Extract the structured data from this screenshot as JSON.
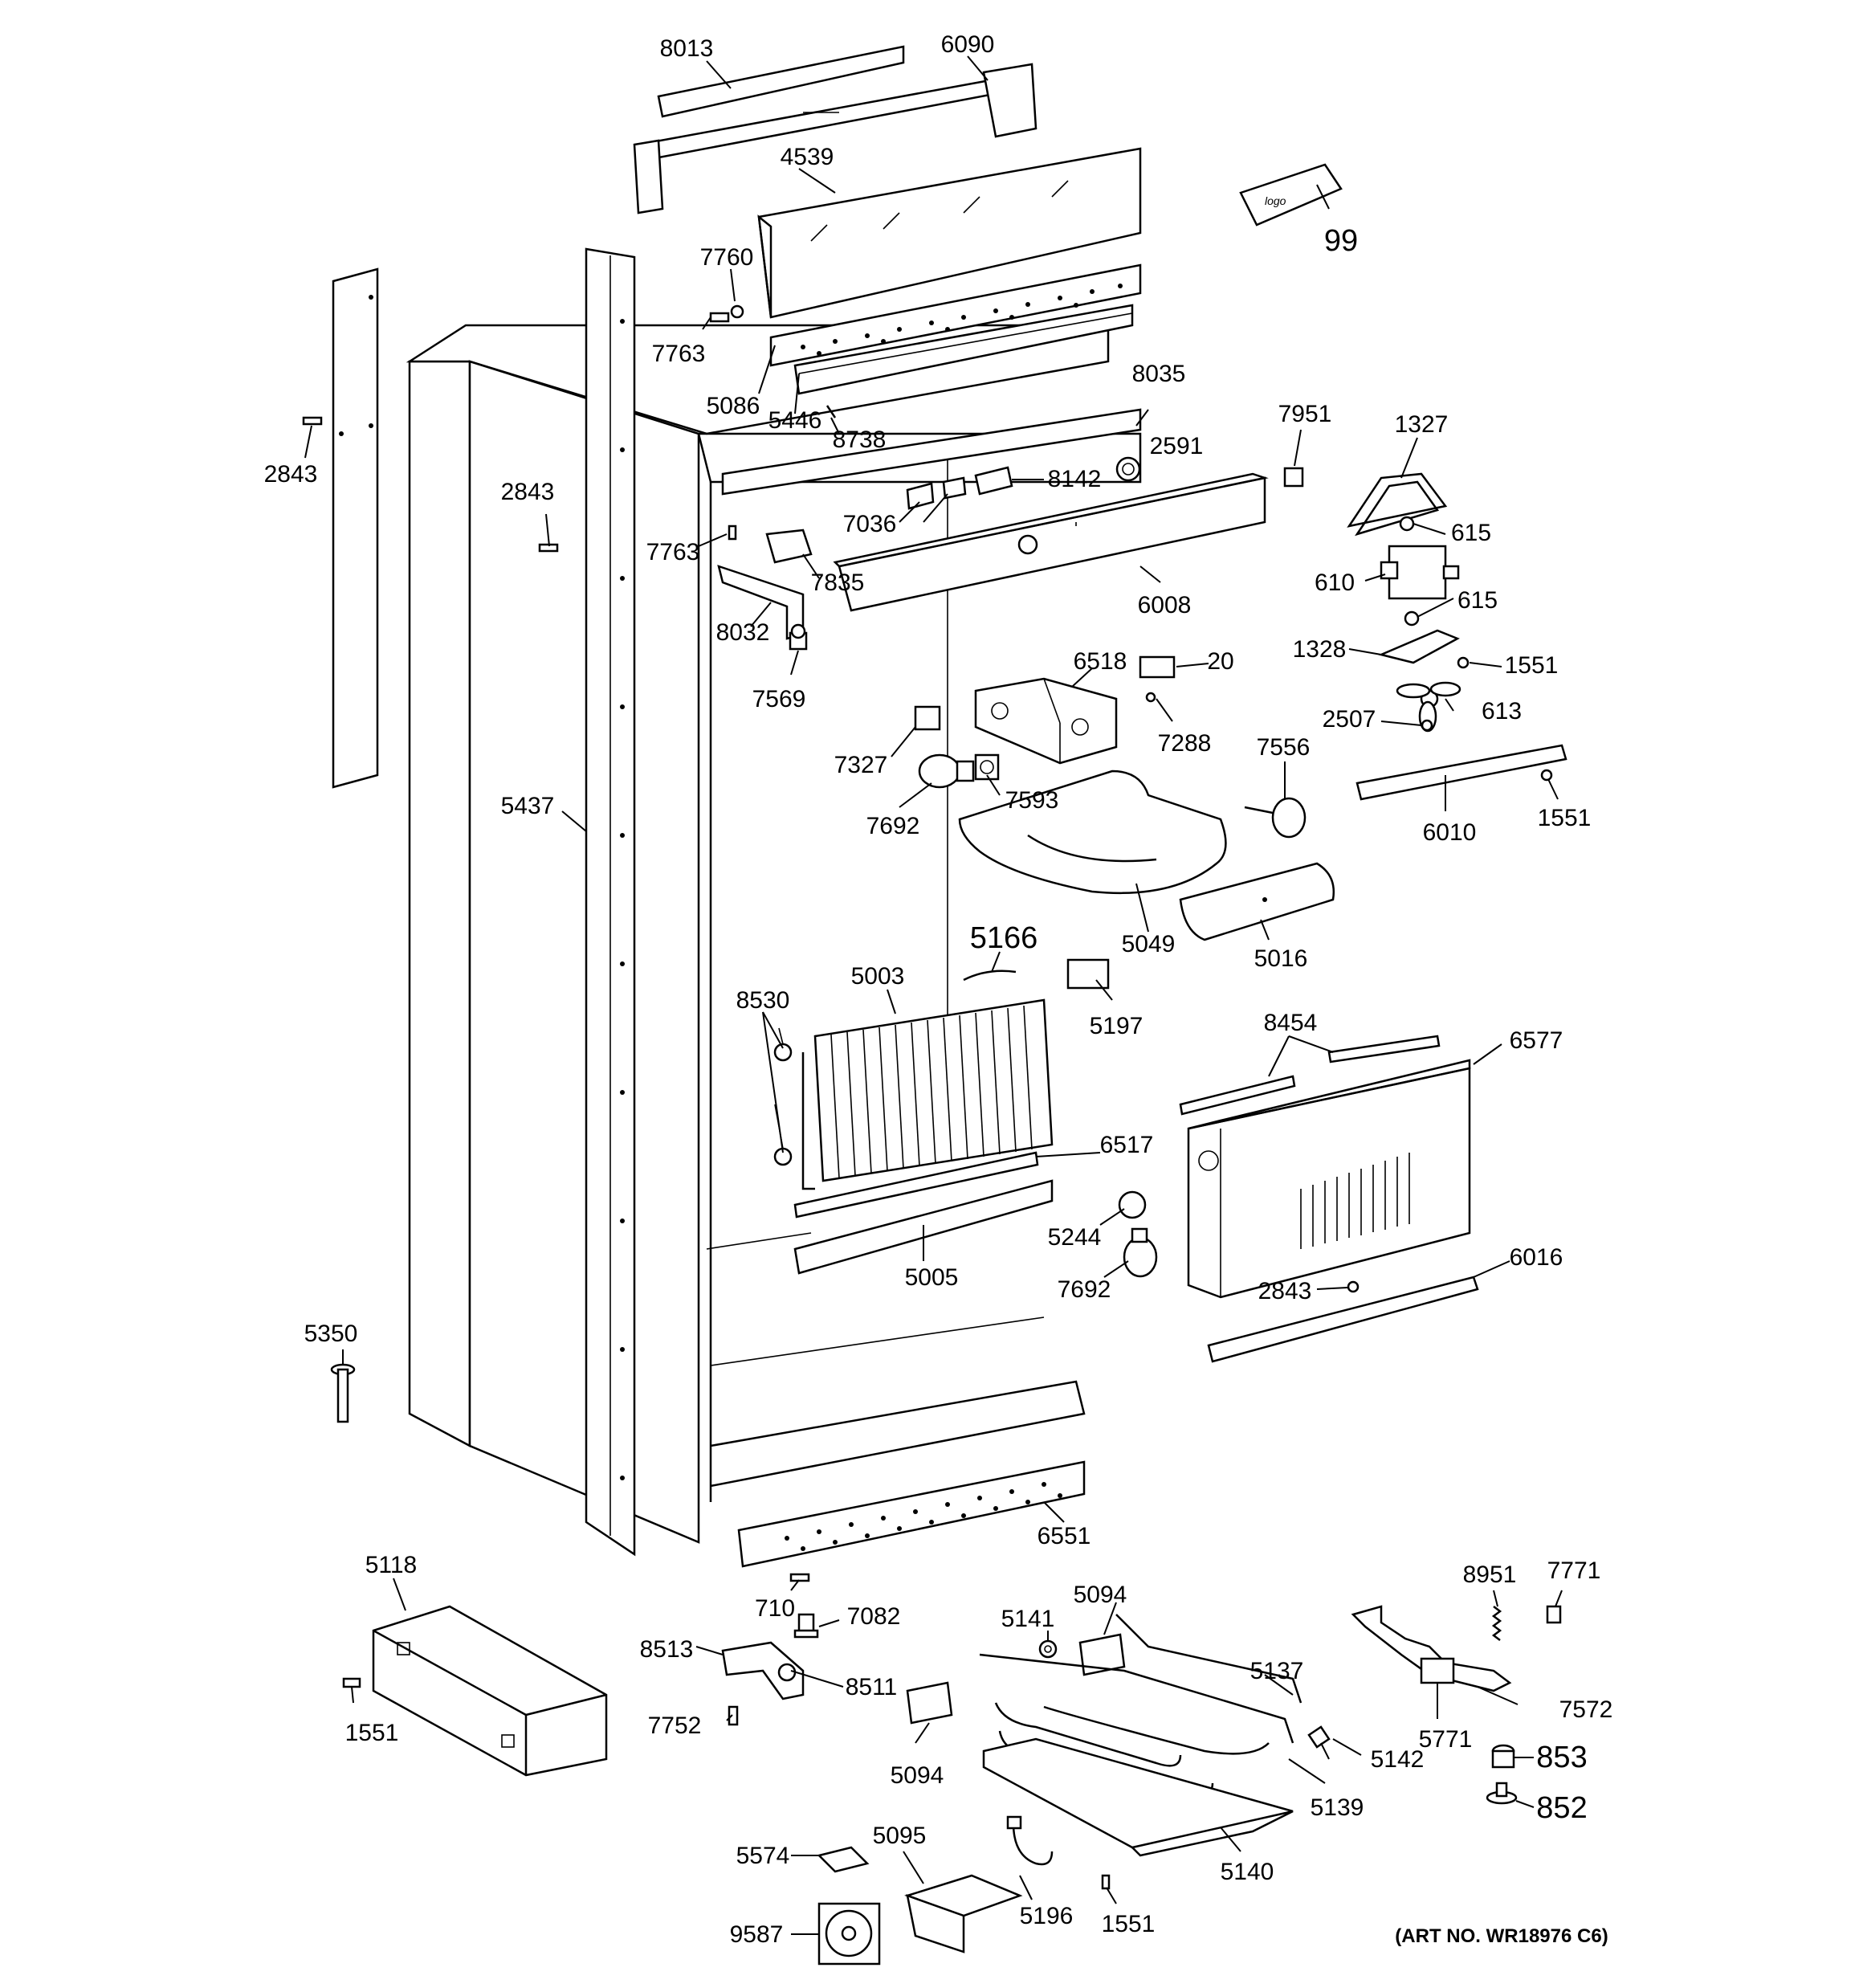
{
  "diagram": {
    "art_number": "(ART NO. WR18976 C6)",
    "callouts": {
      "c8013": "8013",
      "c6090": "6090",
      "c4539": "4539",
      "c99": "99",
      "c7760": "7760",
      "c7763a": "7763",
      "c2843a": "2843",
      "c2843b": "2843",
      "c5086": "5086",
      "c5446": "5446",
      "c8738": "8738",
      "c8035": "8035",
      "c7951": "7951",
      "c1327": "1327",
      "c2591": "2591",
      "c8142": "8142",
      "c7036": "7036",
      "c7763b": "7763",
      "c7835": "7835",
      "c6008": "6008",
      "c615a": "615",
      "c610": "610",
      "c615b": "615",
      "c8032": "8032",
      "c1328": "1328",
      "c1551a": "1551",
      "c7569": "7569",
      "c6518": "6518",
      "c20": "20",
      "c2507": "2507",
      "c613": "613",
      "c7288": "7288",
      "c7327": "7327",
      "c7556": "7556",
      "c7593": "7593",
      "c7692a": "7692",
      "c6010": "6010",
      "c1551b": "1551",
      "c5437": "5437",
      "c5049": "5049",
      "c5016": "5016",
      "c5166": "5166",
      "c5003": "5003",
      "c8530": "8530",
      "c5197": "5197",
      "c8454": "8454",
      "c6577": "6577",
      "c6517": "6517",
      "c5244": "5244",
      "c5005": "5005",
      "c7692b": "7692",
      "c6016": "6016",
      "c2843c": "2843",
      "c5350": "5350",
      "c6551": "6551",
      "c5118": "5118",
      "c710": "710",
      "c7082": "7082",
      "c5094a": "5094",
      "c5141": "5141",
      "c8951": "8951",
      "c7771": "7771",
      "c8513": "8513",
      "c8511": "8511",
      "c5137": "5137",
      "c1551c": "1551",
      "c7752": "7752",
      "c7572": "7572",
      "c5094b": "5094",
      "c5771": "5771",
      "c5142": "5142",
      "c853": "853",
      "c5139": "5139",
      "c852": "852",
      "c5574": "5574",
      "c5095": "5095",
      "c5196": "5196",
      "c1551d": "1551",
      "c5140": "5140",
      "c9587": "9587"
    }
  }
}
